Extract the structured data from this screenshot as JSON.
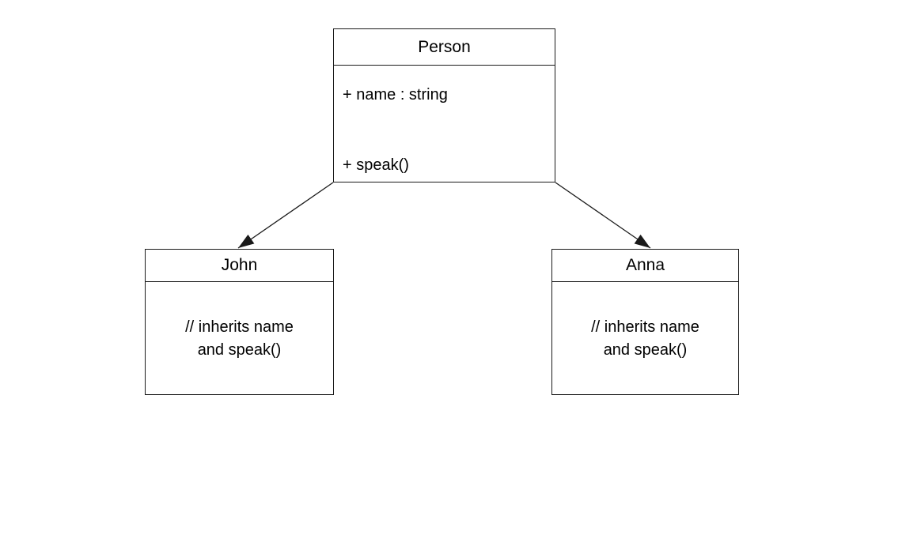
{
  "diagram": {
    "type": "uml-class-inheritance",
    "colors": {
      "background": "#ffffff",
      "line": "#1a1a1a",
      "text": "#000000"
    },
    "parent_class": {
      "name": "Person",
      "attributes": [
        "+ name : string"
      ],
      "methods": [
        "+ speak()"
      ]
    },
    "child_classes": [
      {
        "name": "John",
        "note_lines": [
          "// inherits name",
          "and speak()"
        ]
      },
      {
        "name": "Anna",
        "note_lines": [
          "// inherits name",
          "and speak()"
        ]
      }
    ],
    "edges": [
      {
        "from": "Person",
        "to": "John"
      },
      {
        "from": "Person",
        "to": "Anna"
      }
    ]
  }
}
